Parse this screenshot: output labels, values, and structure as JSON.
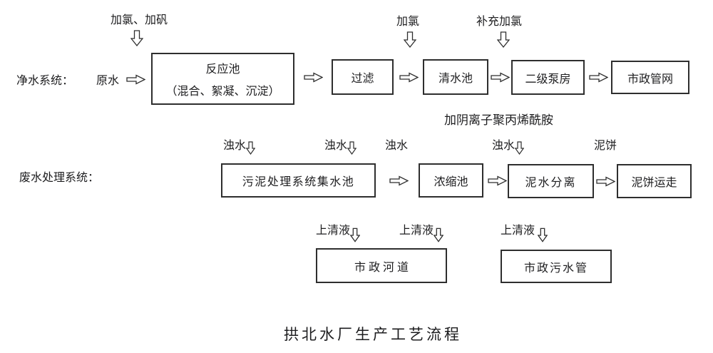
{
  "title": "拱北水厂生产工艺流程",
  "colors": {
    "text": "#1d1d1f",
    "border": "#2e2e2e",
    "background": "#ffffff"
  },
  "clean_water": {
    "row_label": "净水系统：",
    "source_label": "原水",
    "dosing_labels": {
      "reaction": "加氯、加矾",
      "clearwell": "加氯",
      "pump": "补充加氯"
    },
    "boxes": {
      "reaction_line1": "反应池",
      "reaction_line2": "（混合、絮凝、沉淀）",
      "filter": "过滤",
      "clearwell": "清水池",
      "pump": "二级泵房",
      "network": "市政管网"
    }
  },
  "wastewater": {
    "row_label": "废水处理系统：",
    "dosing_label": "加阴离子聚丙烯酰胺",
    "stream_labels": {
      "turbid1": "浊水",
      "turbid2": "浊水",
      "turbid3": "浊水",
      "turbid4": "浊水",
      "cake": "泥饼"
    },
    "boxes": {
      "collection": "污泥处理系统集水池",
      "thickener": "浓缩池",
      "separation": "泥水分离",
      "cake_removal": "泥饼运走"
    },
    "supernatant_labels": {
      "s1": "上清液",
      "s2": "上清液",
      "s3": "上清液"
    },
    "discharge_boxes": {
      "river": "市 政 河 道",
      "sewer": "市政污水管"
    }
  }
}
